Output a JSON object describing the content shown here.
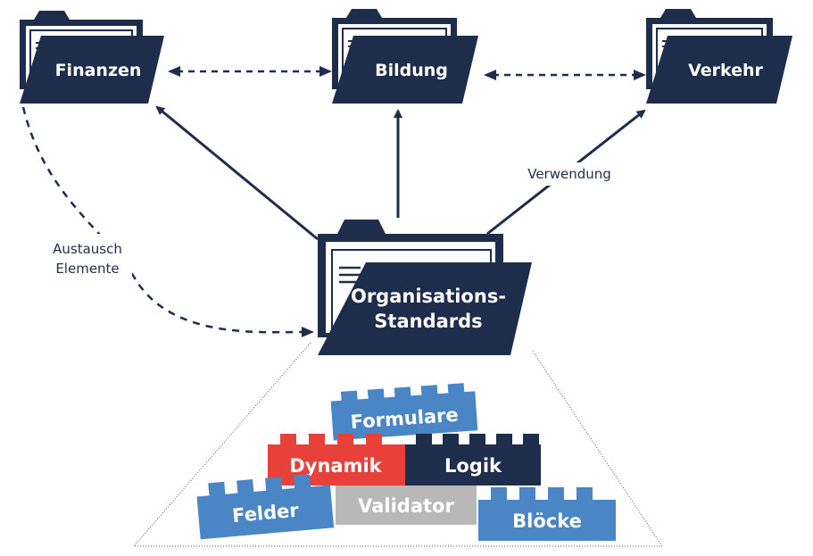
{
  "folders": {
    "finanzen": "Finanzen",
    "bildung": "Bildung",
    "verkehr": "Verkehr",
    "org_line1": "Organisations-",
    "org_line2": "Standards"
  },
  "edges": {
    "verwendung": "Verwendung",
    "austausch_line1": "Austausch",
    "austausch_line2": "Elemente"
  },
  "bricks": {
    "formulare": "Formulare",
    "dynamik": "Dynamik",
    "logik": "Logik",
    "felder": "Felder",
    "validator": "Validator",
    "bloecke": "Blöcke"
  },
  "colors": {
    "navy": "#1f2d4d",
    "brick_blue": "#4a86c5",
    "brick_red": "#e8403a",
    "brick_gray": "#b8b8b8"
  }
}
